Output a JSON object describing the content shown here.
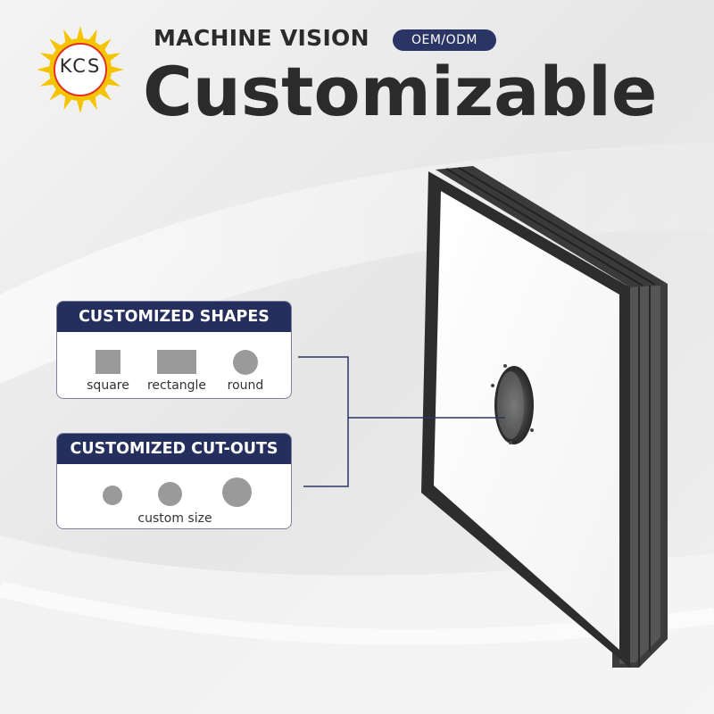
{
  "brand": {
    "logo_text": "KCS",
    "logo_sun_color": "#f5c400"
  },
  "header": {
    "subtitle": "MACHINE VISION",
    "badge": "OEM/ODM",
    "title": "Customizable"
  },
  "shapes_panel": {
    "title": "CUSTOMIZED SHAPES",
    "items": [
      "square",
      "rectangle",
      "round"
    ]
  },
  "cutouts_panel": {
    "title": "CUSTOMIZED CUT-OUTS",
    "caption": "custom size"
  },
  "colors": {
    "navy": "#252f5e",
    "shape_gray": "#9a9a9a",
    "text_dark": "#2b2b2b"
  }
}
